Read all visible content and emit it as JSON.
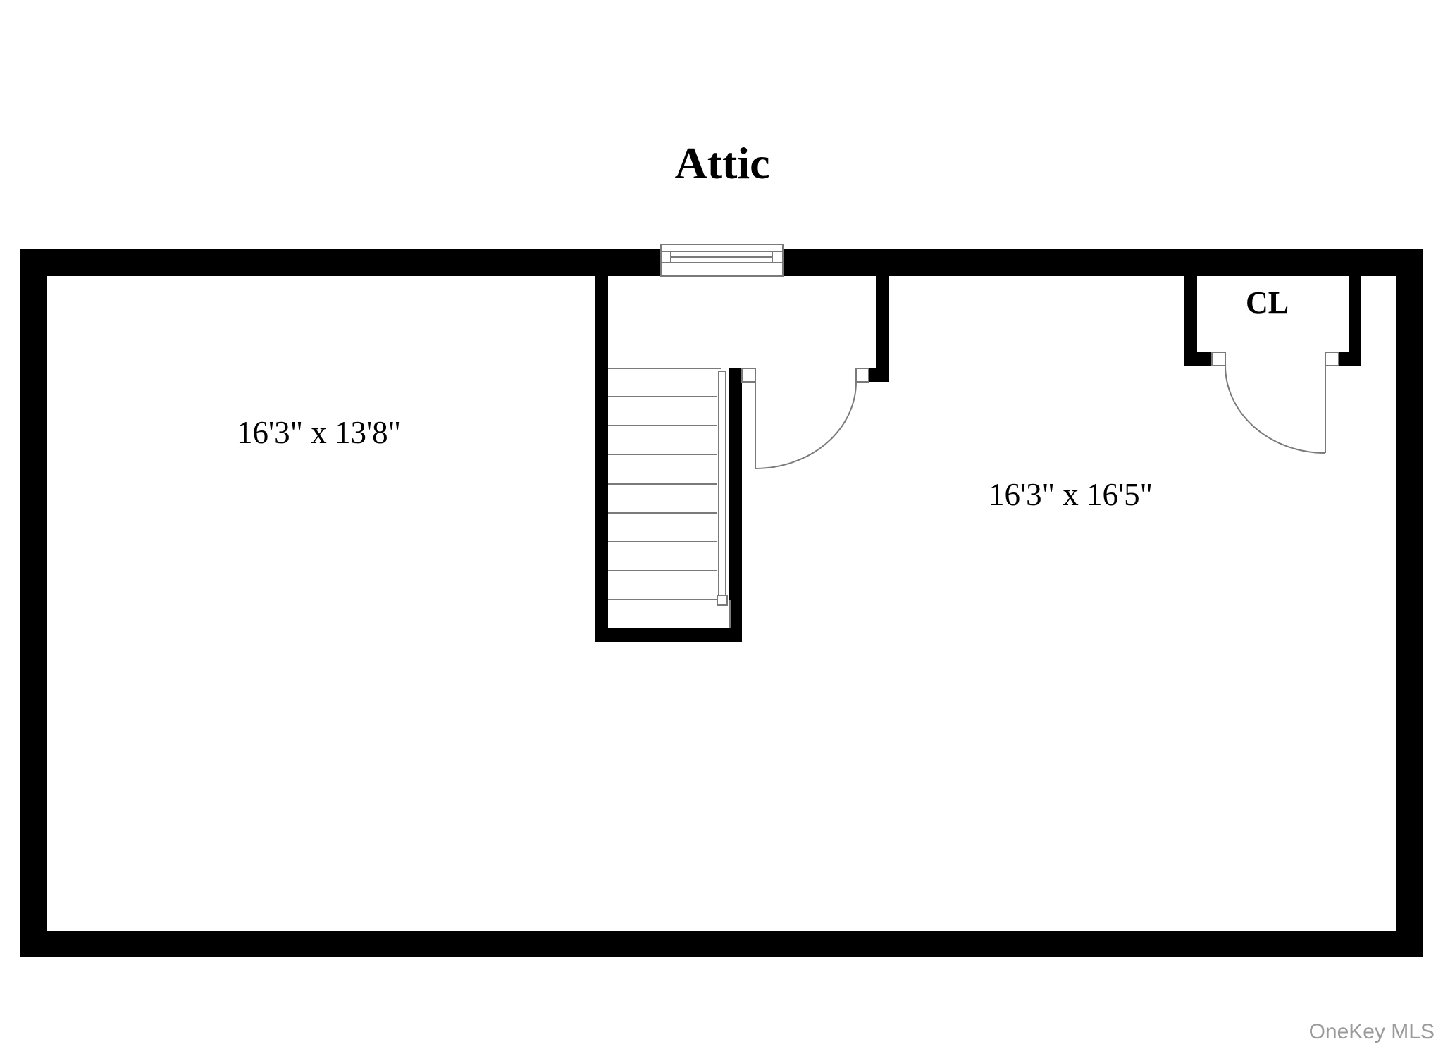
{
  "floor": {
    "title": "Attic"
  },
  "rooms": [
    {
      "id": "left-room",
      "dimensions": "16'3\" x 13'8\""
    },
    {
      "id": "right-room",
      "dimensions": "16'3\" x 16'5\""
    },
    {
      "id": "closet",
      "label": "CL"
    }
  ],
  "features": {
    "stairs": {
      "icon": "stairs-icon",
      "treads": 9
    },
    "window": {
      "icon": "window-icon",
      "count": 1
    },
    "doors": [
      {
        "icon": "door-swing-icon",
        "location": "stair hall"
      },
      {
        "icon": "door-swing-icon",
        "location": "closet"
      }
    ]
  },
  "colors": {
    "wall": "#000000",
    "background": "#ffffff",
    "fixture_line": "#7a7a7a",
    "watermark": "#9a9a9a"
  },
  "watermark": "OneKey MLS"
}
